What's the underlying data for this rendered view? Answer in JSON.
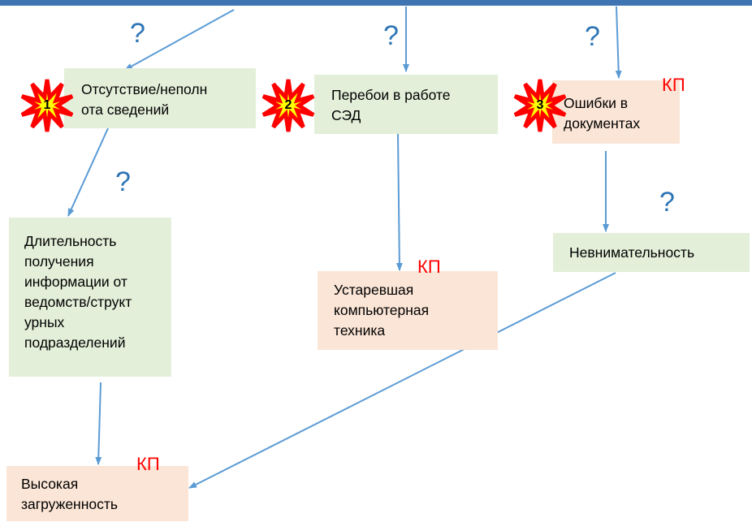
{
  "question_mark": "?",
  "kp_label": "КП",
  "colors": {
    "cause_box": "#e3efd9",
    "key_problem_box": "#fbe5d6",
    "arrow": "#5b9bd5",
    "question_mark": "#2e75b6",
    "kp_label": "#ff0000",
    "burst_fill": "#ffff00",
    "burst_outline": "#ff0000"
  },
  "nodes": {
    "missing_info": {
      "lines": [
        "Отсутствие/неполн",
        "ота сведений"
      ],
      "number": "1"
    },
    "edms_failures": {
      "lines": [
        "Перебои в работе",
        "СЭД"
      ],
      "number": "2"
    },
    "document_errors": {
      "lines": [
        "Ошибки в",
        "документах"
      ],
      "number": "3"
    },
    "info_delay": {
      "lines": [
        "Длительность",
        "получения",
        "информации от",
        "ведомств/структ",
        "урных",
        "подразделений"
      ]
    },
    "outdated_hardware": {
      "lines": [
        "Устаревшая",
        "компьютерная",
        "техника"
      ]
    },
    "inattention": {
      "lines": [
        "Невнимательность"
      ]
    },
    "high_workload": {
      "lines": [
        "Высокая",
        "загруженность"
      ]
    }
  }
}
